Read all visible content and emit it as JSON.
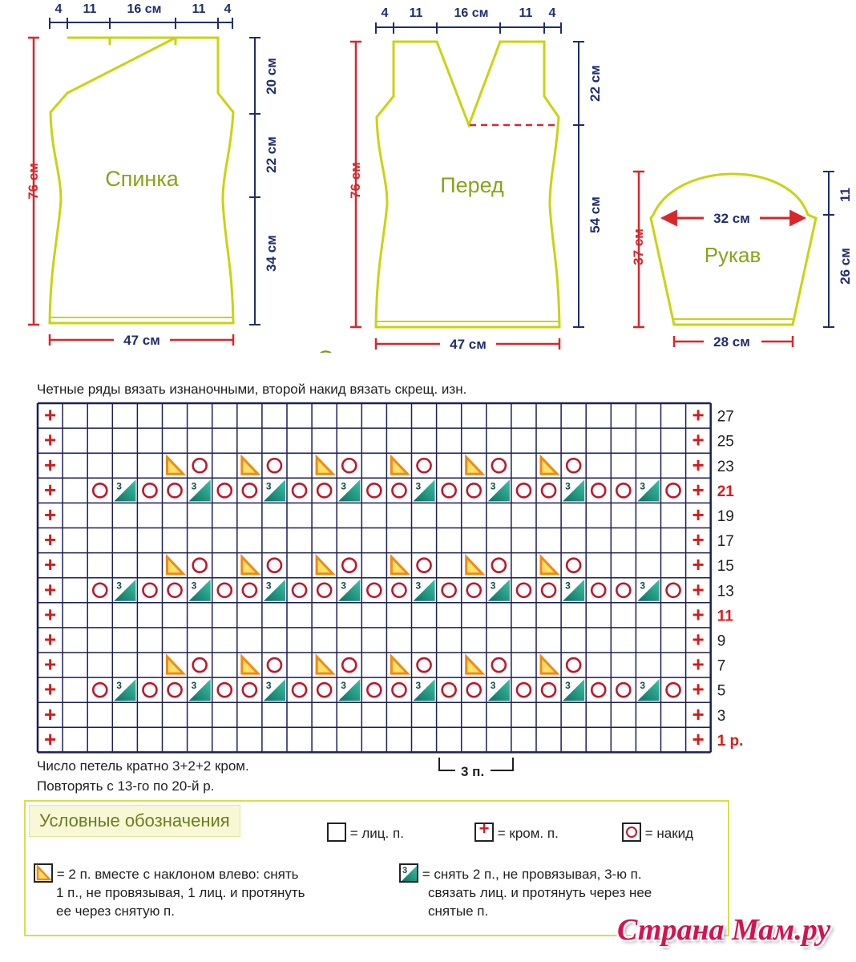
{
  "patterns": {
    "back": {
      "name": "Спинка",
      "top_widths": [
        "4",
        "11",
        "16 см",
        "11",
        "4"
      ],
      "height": "76 см",
      "right_dims": [
        "20 см",
        "22 см",
        "34 см"
      ],
      "bottom_width": "47 см"
    },
    "front": {
      "name": "Перед",
      "top_widths": [
        "4",
        "11",
        "16 см",
        "11",
        "4"
      ],
      "height": "76 см",
      "right_dims": [
        "22 см",
        "54 см"
      ],
      "bottom_width": "47 см"
    },
    "sleeve": {
      "name": "Рукав",
      "width_top": "32 см",
      "height": "37 см",
      "right_dims": [
        "11",
        "26 см"
      ],
      "bottom_width": "28 см"
    }
  },
  "scheme": {
    "title": "Схема",
    "instruction": "Четные ряды вязать изнаночными, второй накид вязать скрещ. изн.",
    "row_labels": [
      {
        "text": "27",
        "highlight": false
      },
      {
        "text": "25",
        "highlight": false
      },
      {
        "text": "23",
        "highlight": false
      },
      {
        "text": "21",
        "highlight": true
      },
      {
        "text": "19",
        "highlight": false
      },
      {
        "text": "17",
        "highlight": false
      },
      {
        "text": "15",
        "highlight": false
      },
      {
        "text": "13",
        "highlight": false
      },
      {
        "text": "11",
        "highlight": true
      },
      {
        "text": "9",
        "highlight": false
      },
      {
        "text": "7",
        "highlight": false
      },
      {
        "text": "5",
        "highlight": false
      },
      {
        "text": "3",
        "highlight": false
      },
      {
        "text": "1 р.",
        "highlight": true
      }
    ],
    "rows": [
      "+.........................+",
      "+.........................+",
      "+....TO.TO.TO.TO.TO.TO....+",
      "+.O3OO3OO3OO3OO3OO3OO3OO3O+",
      "+.........................+",
      "+.........................+",
      "+....TO.TO.TO.TO.TO.TO....+",
      "+.O3OO3OO3OO3OO3OO3OO3OO3O+",
      "+.........................+",
      "+.........................+",
      "+....TO.TO.TO.TO.TO.TO....+",
      "+.O3OO3OO3OO3OO3OO3OO3OO3O+",
      "+.........................+",
      "+.........................+"
    ],
    "repeat_label": "3 п.",
    "note_multiple": "Число петель кратно 3+2+2 кром.",
    "note_repeat": "Повторять с 13-го по 20-й р."
  },
  "legend": {
    "title": "Условные обозначения",
    "knit": "= лиц. п.",
    "edge": "= кром. п.",
    "yarn_over": "= накид",
    "left_decrease_lines": [
      "= 2 п. вместе с наклоном влево: снять",
      "1 п., не провязывая, 1 лиц. и протянуть",
      "ее через снятую п."
    ],
    "three_decrease_lines": [
      "= снять 2 п., не провязывая, 3-ю п.",
      "связать лиц. и протянуть через нее",
      "снятые п."
    ]
  },
  "watermark": "Страна Мам.ру",
  "colors": {
    "outline": "#c8d40f",
    "dim_red": "#d8262b",
    "dim_navy": "#1f2d6e",
    "grid": "#1b1f5a",
    "plus": "#d21b1b",
    "circle": "#c0162b",
    "tri_orange": "#f08a14",
    "tri_teal": "#178f7a",
    "piece_label": "#8aa318",
    "title_green": "#7e9a22",
    "row_highlight": "#e0191b"
  }
}
